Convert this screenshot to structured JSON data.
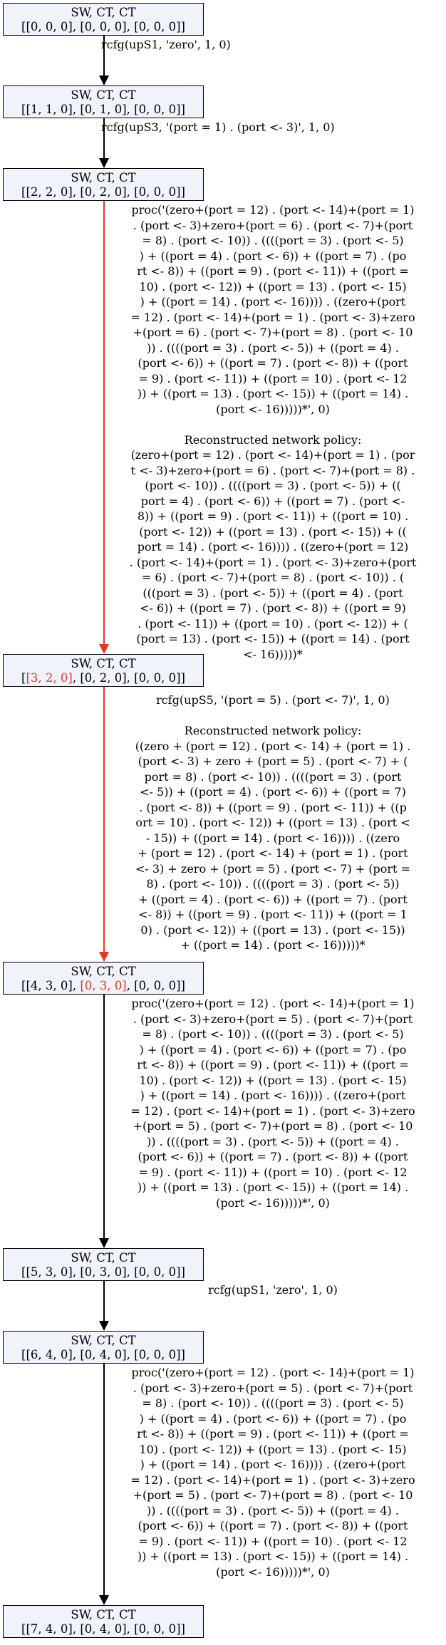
{
  "nodes": [
    {
      "line1": "SW, CT, CT",
      "parts": [
        {
          "t": "[[0, 0, 0], [0, 0, 0], [0, 0, 0]]",
          "red": false
        }
      ]
    },
    {
      "line1": "SW, CT, CT",
      "parts": [
        {
          "t": "[[1, 1, 0], [0, 1, 0], [0, 0, 0]]",
          "red": false
        }
      ]
    },
    {
      "line1": "SW, CT, CT",
      "parts": [
        {
          "t": "[[2, 2, 0], [0, 2, 0], [0, 0, 0]]",
          "red": false
        }
      ]
    },
    {
      "line1": "SW, CT, CT",
      "parts": [
        {
          "t": "[",
          "red": false
        },
        {
          "t": "[3, 2, 0]",
          "red": true
        },
        {
          "t": ", [0, 2, 0], [0, 0, 0]]",
          "red": false
        }
      ]
    },
    {
      "line1": "SW, CT, CT",
      "parts": [
        {
          "t": "[[4, 3, 0], ",
          "red": false
        },
        {
          "t": "[0, 3, 0]",
          "red": true
        },
        {
          "t": ", [0, 0, 0]]",
          "red": false
        }
      ]
    },
    {
      "line1": "SW, CT, CT",
      "parts": [
        {
          "t": "[[5, 3, 0], [0, 3, 0], [0, 0, 0]]",
          "red": false
        }
      ]
    },
    {
      "line1": "SW, CT, CT",
      "parts": [
        {
          "t": "[[6, 4, 0], [0, 4, 0], [0, 0, 0]]",
          "red": false
        }
      ]
    },
    {
      "line1": "SW, CT, CT",
      "parts": [
        {
          "t": "[[7, 4, 0], [0, 4, 0], [0, 0, 0]]",
          "red": false
        }
      ]
    }
  ],
  "edges": [
    {
      "color": "#000000",
      "label": "rcfg(upS1, 'zero', 1, 0)"
    },
    {
      "color": "#000000",
      "label": "rcfg(upS3, '(port = 1) . (port <- 3)', 1, 0)"
    },
    {
      "color": "#e8371d",
      "label": "proc('(zero+(port = 12) . (port <- 14)+(port = 1)\n. (port <- 3)+zero+(port = 6) . (port <- 7)+(port\n= 8) . (port <- 10)) . ((((port = 3) . (port <- 5)\n) + ((port = 4) . (port <- 6)) + ((port = 7) . (po\nrt <- 8)) + ((port = 9) . (port <- 11)) + ((port =\n10) . (port <- 12)) + ((port = 13) . (port <- 15)\n) + ((port = 14) . (port <- 16)))) . ((zero+(port\n= 12) . (port <- 14)+(port = 1) . (port <- 3)+zero\n+(port = 6) . (port <- 7)+(port = 8) . (port <- 10\n)) . ((((port = 3) . (port <- 5)) + ((port = 4) .\n(port <- 6)) + ((port = 7) . (port <- 8)) + ((port\n= 9) . (port <- 11)) + ((port = 10) . (port <- 12\n)) + ((port = 13) . (port <- 15)) + ((port = 14) .\n(port <- 16)))))*', 0)\n\nReconstructed network policy:\n(zero+(port = 12) . (port <- 14)+(port = 1) . (por\nt <- 3)+zero+(port = 6) . (port <- 7)+(port = 8) .\n(port <- 10)) . ((((port = 3) . (port <- 5)) + ((\nport = 4) . (port <- 6)) + ((port = 7) . (port <-\n8)) + ((port = 9) . (port <- 11)) + ((port = 10) .\n(port <- 12)) + ((port = 13) . (port <- 15)) + ((\nport = 14) . (port <- 16)))) . ((zero+(port = 12)\n. (port <- 14)+(port = 1) . (port <- 3)+zero+(port\n= 6) . (port <- 7)+(port = 8) . (port <- 10)) . (\n(((port = 3) . (port <- 5)) + ((port = 4) . (port\n<- 6)) + ((port = 7) . (port <- 8)) + ((port = 9)\n. (port <- 11)) + ((port = 10) . (port <- 12)) + (\n(port = 13) . (port <- 15)) + ((port = 14) . (port\n<- 16)))))*"
    },
    {
      "color": "#e8371d",
      "label": "rcfg(upS5, '(port = 5) . (port <- 7)', 1, 0)\n\nReconstructed network policy:\n((zero + (port = 12) . (port <- 14) + (port = 1) .\n(port <- 3) + zero + (port = 5) . (port <- 7) + (\nport = 8) . (port <- 10)) . ((((port = 3) . (port\n<- 5)) + ((port = 4) . (port <- 6)) + ((port = 7)\n. (port <- 8)) + ((port = 9) . (port <- 11)) + ((p\nort = 10) . (port <- 12)) + ((port = 13) . (port <\n- 15)) + ((port = 14) . (port <- 16)))) . ((zero\n+ (port = 12) . (port <- 14) + (port = 1) . (port\n<- 3) + zero + (port = 5) . (port <- 7) + (port =\n8) . (port <- 10)) . ((((port = 3) . (port <- 5))\n+ ((port = 4) . (port <- 6)) + ((port = 7) . (port\n<- 8)) + ((port = 9) . (port <- 11)) + ((port = 1\n0) . (port <- 12)) + ((port = 13) . (port <- 15))\n+ ((port = 14) . (port <- 16)))))*"
    },
    {
      "color": "#000000",
      "label": "proc('(zero+(port = 12) . (port <- 14)+(port = 1)\n. (port <- 3)+zero+(port = 5) . (port <- 7)+(port\n= 8) . (port <- 10)) . ((((port = 3) . (port <- 5)\n) + ((port = 4) . (port <- 6)) + ((port = 7) . (po\nrt <- 8)) + ((port = 9) . (port <- 11)) + ((port =\n10) . (port <- 12)) + ((port = 13) . (port <- 15)\n) + ((port = 14) . (port <- 16)))) . ((zero+(port\n= 12) . (port <- 14)+(port = 1) . (port <- 3)+zero\n+(port = 5) . (port <- 7)+(port = 8) . (port <- 10\n)) . ((((port = 3) . (port <- 5)) + ((port = 4) .\n(port <- 6)) + ((port = 7) . (port <- 8)) + ((port\n= 9) . (port <- 11)) + ((port = 10) . (port <- 12\n)) + ((port = 13) . (port <- 15)) + ((port = 14) .\n(port <- 16)))))*', 0)"
    },
    {
      "color": "#000000",
      "label": "rcfg(upS1, 'zero', 1, 0)"
    },
    {
      "color": "#000000",
      "label": "proc('(zero+(port = 12) . (port <- 14)+(port = 1)\n. (port <- 3)+zero+(port = 5) . (port <- 7)+(port\n= 8) . (port <- 10)) . ((((port = 3) . (port <- 5)\n) + ((port = 4) . (port <- 6)) + ((port = 7) . (po\nrt <- 8)) + ((port = 9) . (port <- 11)) + ((port =\n10) . (port <- 12)) + ((port = 13) . (port <- 15)\n) + ((port = 14) . (port <- 16)))) . ((zero+(port\n= 12) . (port <- 14)+(port = 1) . (port <- 3)+zero\n+(port = 5) . (port <- 7)+(port = 8) . (port <- 10\n)) . ((((port = 3) . (port <- 5)) + ((port = 4) .\n(port <- 6)) + ((port = 7) . (port <- 8)) + ((port\n= 9) . (port <- 11)) + ((port = 10) . (port <- 12\n)) + ((port = 13) . (port <- 15)) + ((port = 14) .\n(port <- 16)))))*', 0)"
    }
  ]
}
